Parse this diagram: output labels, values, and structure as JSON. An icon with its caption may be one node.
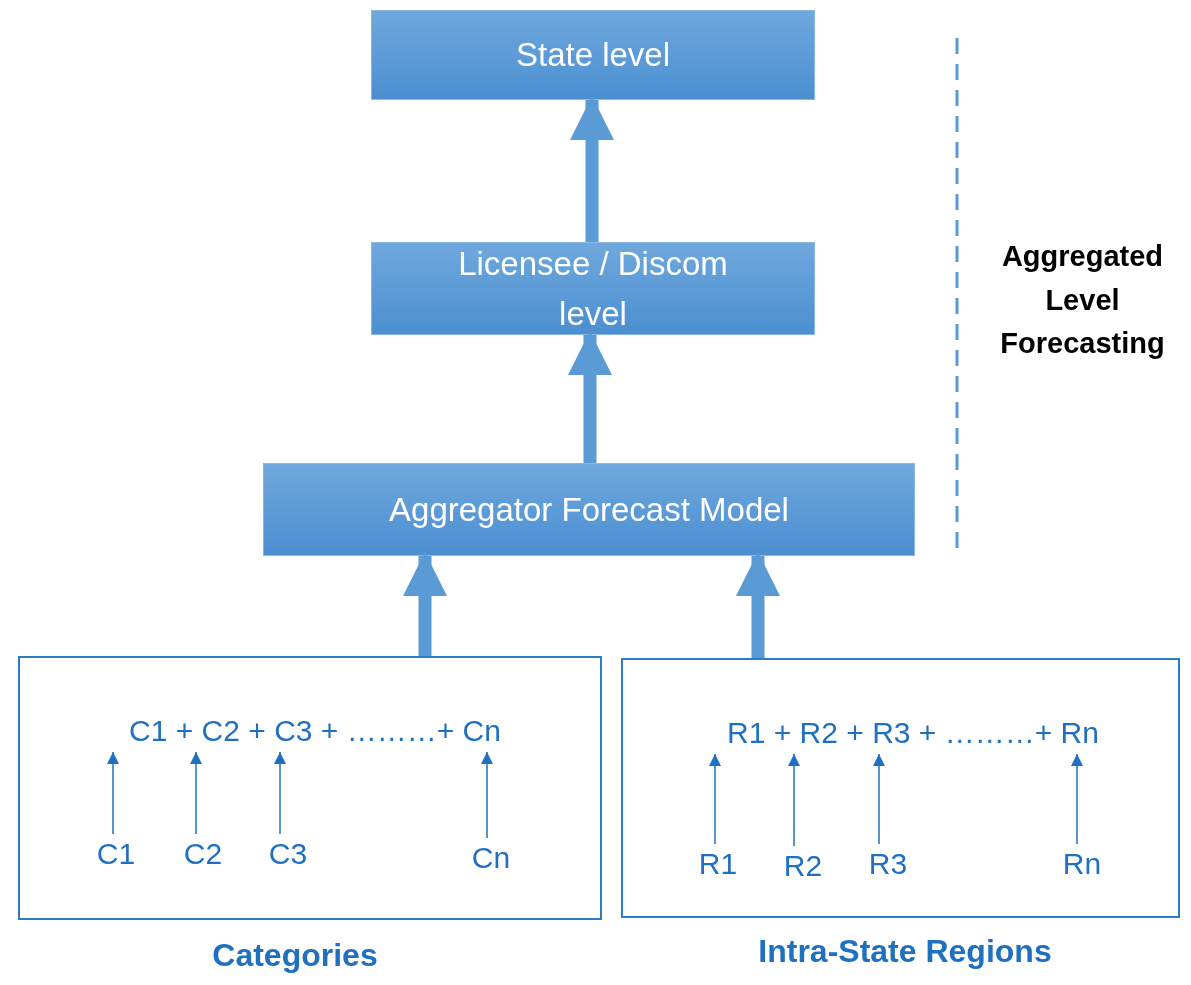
{
  "diagram": {
    "nodes": [
      {
        "text": [
          "State level"
        ]
      },
      {
        "text": [
          "Licensee / Discom level"
        ]
      },
      {
        "text": [
          "Aggregator Forecast Model"
        ]
      },
      {
        "text": [],
        "shape": "box"
      },
      {
        "text": [
          "C1 + C2 + C3 + ………+ Cn"
        ],
        "in": 3
      },
      {
        "text": [
          "C1"
        ],
        "in": 3
      },
      {
        "text": [
          "C2"
        ],
        "in": 3
      },
      {
        "text": [
          "C3"
        ],
        "in": 3
      },
      {
        "text": [
          "Cn"
        ],
        "in": 3
      },
      {
        "text": [],
        "shape": "box"
      },
      {
        "text": [
          "R1 + R2 + R3 + ………+ Rn"
        ],
        "in": 9
      },
      {
        "text": [
          "R1"
        ],
        "in": 9
      },
      {
        "text": [
          "R2"
        ],
        "in": 9
      },
      {
        "text": [
          "R3"
        ],
        "in": 9
      },
      {
        "text": [
          "Rn"
        ],
        "in": 9
      }
    ],
    "edges": [
      {
        "from": 1,
        "to": 0,
        "arrow": "to",
        "style": "thick"
      },
      {
        "from": 2,
        "to": 1,
        "arrow": "to",
        "style": "thick"
      },
      {
        "from": 3,
        "to": 2,
        "arrow": "to",
        "style": "thick"
      },
      {
        "from": 9,
        "to": 2,
        "arrow": "to",
        "style": "thick"
      },
      {
        "from": 5,
        "to": 4,
        "arrow": "to"
      },
      {
        "from": 6,
        "to": 4,
        "arrow": "to"
      },
      {
        "from": 7,
        "to": 4,
        "arrow": "to"
      },
      {
        "from": 8,
        "to": 4,
        "arrow": "to"
      },
      {
        "from": 11,
        "to": 10,
        "arrow": "to"
      },
      {
        "from": 12,
        "to": 10,
        "arrow": "to"
      },
      {
        "from": 13,
        "to": 10,
        "arrow": "to"
      },
      {
        "from": 14,
        "to": 10,
        "arrow": "to"
      }
    ],
    "labels": [
      "Aggregated Level Forecasting",
      "Categories",
      "Intra-State Regions"
    ]
  }
}
